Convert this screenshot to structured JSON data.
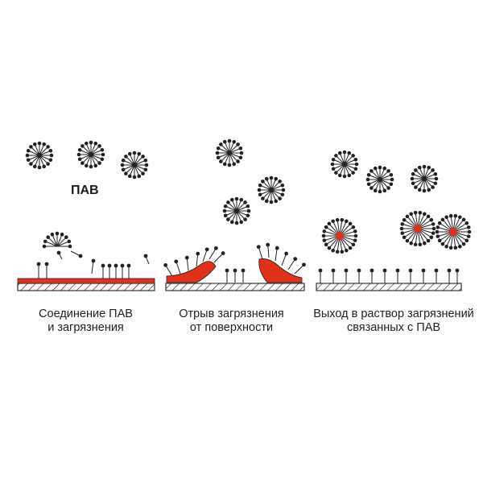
{
  "label": "ПАВ",
  "captions": [
    {
      "line1": "Соединение ПАВ",
      "line2": "и загрязнения"
    },
    {
      "line1": "Отрыв загрязнения",
      "line2": "от поверхности"
    },
    {
      "line1": "Выход в раствор загрязнений",
      "line2": "связанных с ПАВ"
    }
  ],
  "colors": {
    "ink": "#222222",
    "dirt": "#e0321b"
  }
}
